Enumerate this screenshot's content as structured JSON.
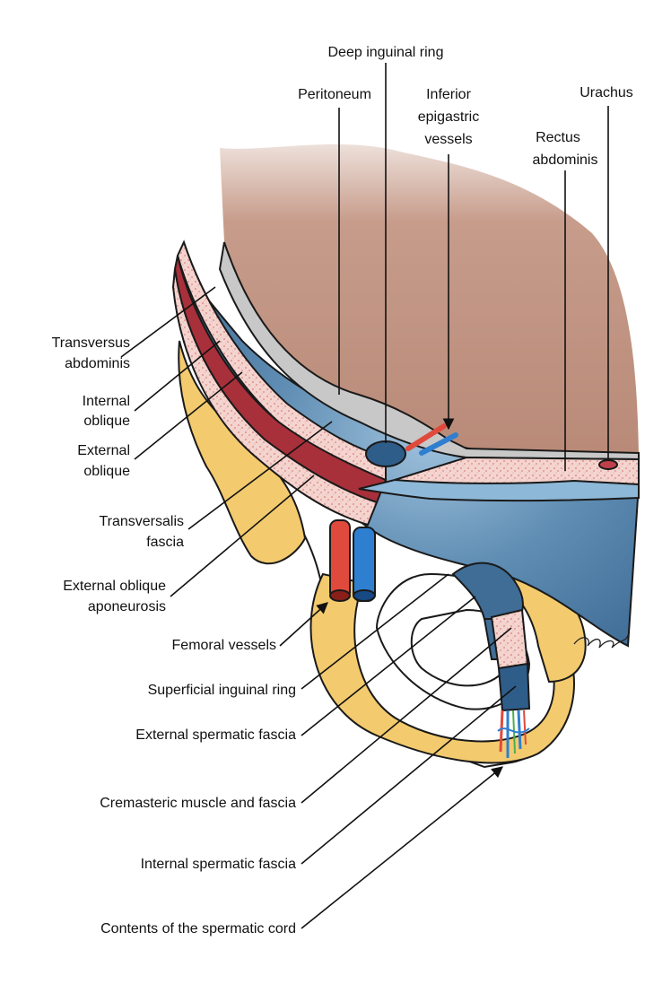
{
  "colors": {
    "peritoneal_surface": "#b98a78",
    "peritoneal_fade": "#e6d0c8",
    "fascia_blue": "#4d7ca3",
    "fascia_dark": "#2f5d8a",
    "fascia_light": "#8db8d8",
    "muscle_red": "#a8303a",
    "muscle_pink": "#f2cfc9",
    "muscle_speckle": "#e7a7a4",
    "bone_yellow": "#f3ca6e",
    "peritoneum_grey": "#c8c8c8",
    "artery_red": "#e04a3c",
    "vein_blue": "#2f7fd0"
  },
  "labels": {
    "deep_ring": "Deep inguinal ring",
    "peritoneum": "Peritoneum",
    "inferior_epigastric_1": "Inferior",
    "inferior_epigastric_2": "epigastric",
    "inferior_epigastric_3": "vessels",
    "urachus": "Urachus",
    "rectus_1": "Rectus",
    "rectus_2": "abdominis",
    "transversus_1": "Transversus",
    "transversus_2": "abdominis",
    "internal_oblique_1": "Internal",
    "internal_oblique_2": "oblique",
    "external_oblique_1": "External",
    "external_oblique_2": "oblique",
    "transversalis_1": "Transversalis",
    "transversalis_2": "fascia",
    "eo_aponeurosis_1": "External oblique",
    "eo_aponeurosis_2": "aponeurosis",
    "femoral_vessels": "Femoral vessels",
    "superficial_ring": "Superficial inguinal ring",
    "external_spermatic": "External spermatic fascia",
    "cremasteric": "Cremasteric muscle and fascia",
    "internal_spermatic": "Internal spermatic fascia",
    "cord_contents": "Contents of the spermatic cord"
  }
}
